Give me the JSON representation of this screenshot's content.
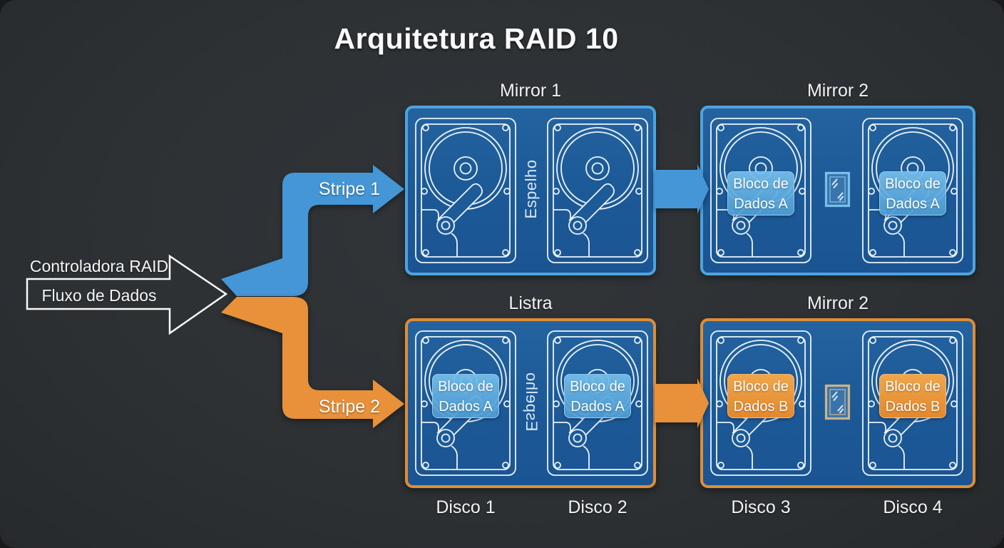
{
  "title": "Arquitetura RAID 10",
  "controller": {
    "title": "Controladora RAID",
    "flow": "Fluxo de Dados"
  },
  "stripes": {
    "top": "Stripe 1",
    "bottom": "Stripe 2"
  },
  "groups": [
    {
      "title": "Mirror 1",
      "divider": "Espelho"
    },
    {
      "title": "Mirror 2",
      "left_block": "Bloco de Dados A",
      "right_block": "Bloco de Dados A"
    },
    {
      "title": "Listra",
      "divider": "Espelho",
      "left_block": "Bloco de Dados A",
      "right_block": "Bloco de Dados A"
    },
    {
      "title": "Mirror 2",
      "left_block": "Bloco de Dados B",
      "right_block": "Bloco de Dados B"
    }
  ],
  "disks": [
    "Disco 1",
    "Disco 2",
    "Disco 3",
    "Disco 4"
  ],
  "colors": {
    "background": "#2d3134",
    "panel_fill": "#1d5a98",
    "blue_accent": "#4496d6",
    "blue_border": "#4ea3dd",
    "orange_accent": "#e8913a",
    "mirror_frame_tan": "#c9b488",
    "text": "#ffffff"
  }
}
